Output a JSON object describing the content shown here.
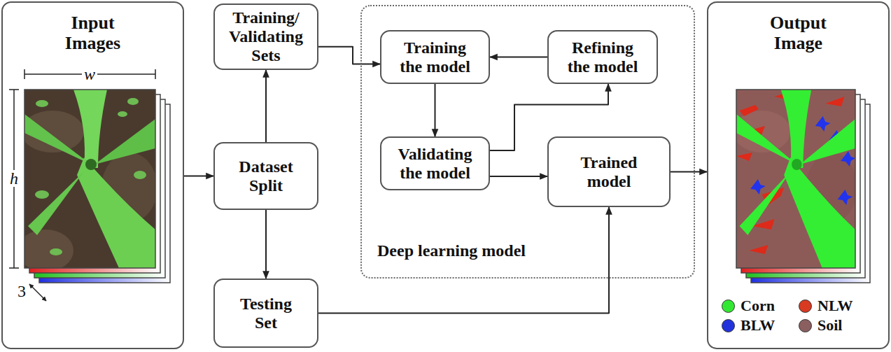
{
  "diagram": {
    "nodes": [
      {
        "text": [
          "Input Images"
        ]
      },
      {
        "text": [
          "Training/ Validating Sets"
        ]
      },
      {
        "text": [
          "Dataset Split"
        ]
      },
      {
        "text": [
          "Testing Set"
        ]
      },
      {
        "text": [
          "Deep learning model"
        ]
      },
      {
        "text": [
          "Training the model"
        ],
        "in": 4
      },
      {
        "text": [
          "Refining the model"
        ],
        "in": 4
      },
      {
        "text": [
          "Validating the model"
        ],
        "in": 4
      },
      {
        "text": [
          "Trained model"
        ],
        "in": 4
      },
      {
        "text": [
          "Output Image"
        ]
      }
    ],
    "edges": [
      {
        "from": 0,
        "to": 2,
        "arrow": "to"
      },
      {
        "from": 2,
        "to": 1,
        "arrow": "to"
      },
      {
        "from": 2,
        "to": 3,
        "arrow": "to"
      },
      {
        "from": 1,
        "to": 5,
        "arrow": "to"
      },
      {
        "from": 5,
        "to": 7,
        "arrow": "to"
      },
      {
        "from": 7,
        "to": 6,
        "arrow": "to"
      },
      {
        "from": 6,
        "to": 5,
        "arrow": "to"
      },
      {
        "from": 7,
        "to": 8,
        "arrow": "to"
      },
      {
        "from": 3,
        "to": 8,
        "arrow": "to"
      },
      {
        "from": 8,
        "to": 9,
        "arrow": "to"
      }
    ],
    "labels": [
      "w",
      "h",
      "3"
    ],
    "legend": [
      {
        "text": "Corn",
        "color": "#33e833"
      },
      {
        "text": "NLW",
        "color": "#d83a22"
      },
      {
        "text": "BLW",
        "color": "#2233dd"
      },
      {
        "text": "Soil",
        "color": "#8b5f5f"
      }
    ]
  }
}
